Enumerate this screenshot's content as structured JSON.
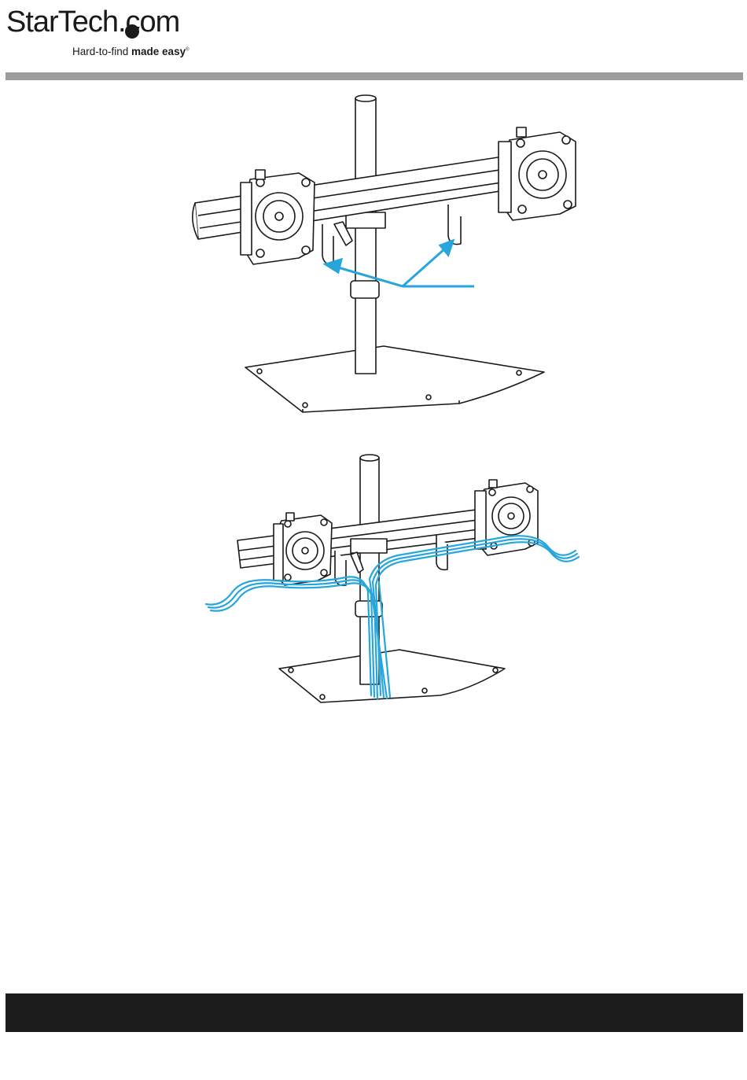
{
  "brand": {
    "logo_text_left": "StarTech",
    "logo_text_right": ".com",
    "tagline_light": "Hard-to-find ",
    "tagline_bold": "made easy",
    "registered_mark": "®",
    "logo_icon": "startech-dot-logo"
  },
  "colors": {
    "ink": "#1a1a1a",
    "header_rule": "#9b9b9b",
    "accent_blue": "#27a6dc",
    "footer_bar": "#1c1c1c"
  },
  "figures": [
    {
      "name": "figure-cable-hooks",
      "icon": "dual-monitor-stand-with-arrows-illustration"
    },
    {
      "name": "figure-cable-routing",
      "icon": "dual-monitor-stand-with-cables-illustration"
    }
  ]
}
